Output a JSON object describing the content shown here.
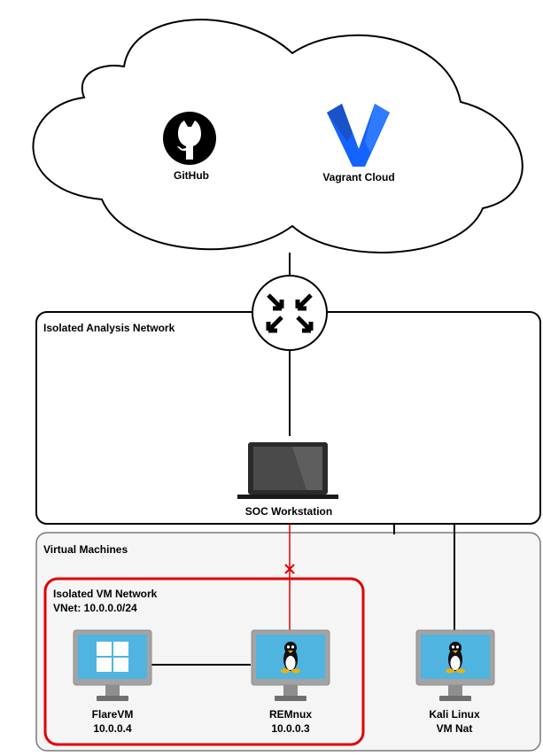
{
  "cloud": {
    "github_label": "GitHub",
    "vagrant_label": "Vagrant Cloud"
  },
  "analysis_network": {
    "title": "Isolated Analysis Network",
    "workstation_label": "SOC Workstation"
  },
  "virtual_machines": {
    "title": "Virtual Machines",
    "isolated_network": {
      "title": "Isolated VM Network",
      "vnet": "VNet: 10.0.0.0/24"
    },
    "machines": [
      {
        "name": "FlareVM",
        "detail": "10.0.0.4",
        "os_icon": "windows-icon"
      },
      {
        "name": "REMnux",
        "detail": "10.0.0.3",
        "os_icon": "linux-tux-icon"
      },
      {
        "name": "Kali Linux",
        "detail": "VM Nat",
        "os_icon": "linux-tux-icon"
      }
    ]
  },
  "colors": {
    "isolated_border": "#e00000",
    "blocked_link": "#e00000",
    "vm_group_fill": "#f5f5f5",
    "vagrant_blue": "#1563ff",
    "monitor_screen": "#4fb4e0"
  }
}
